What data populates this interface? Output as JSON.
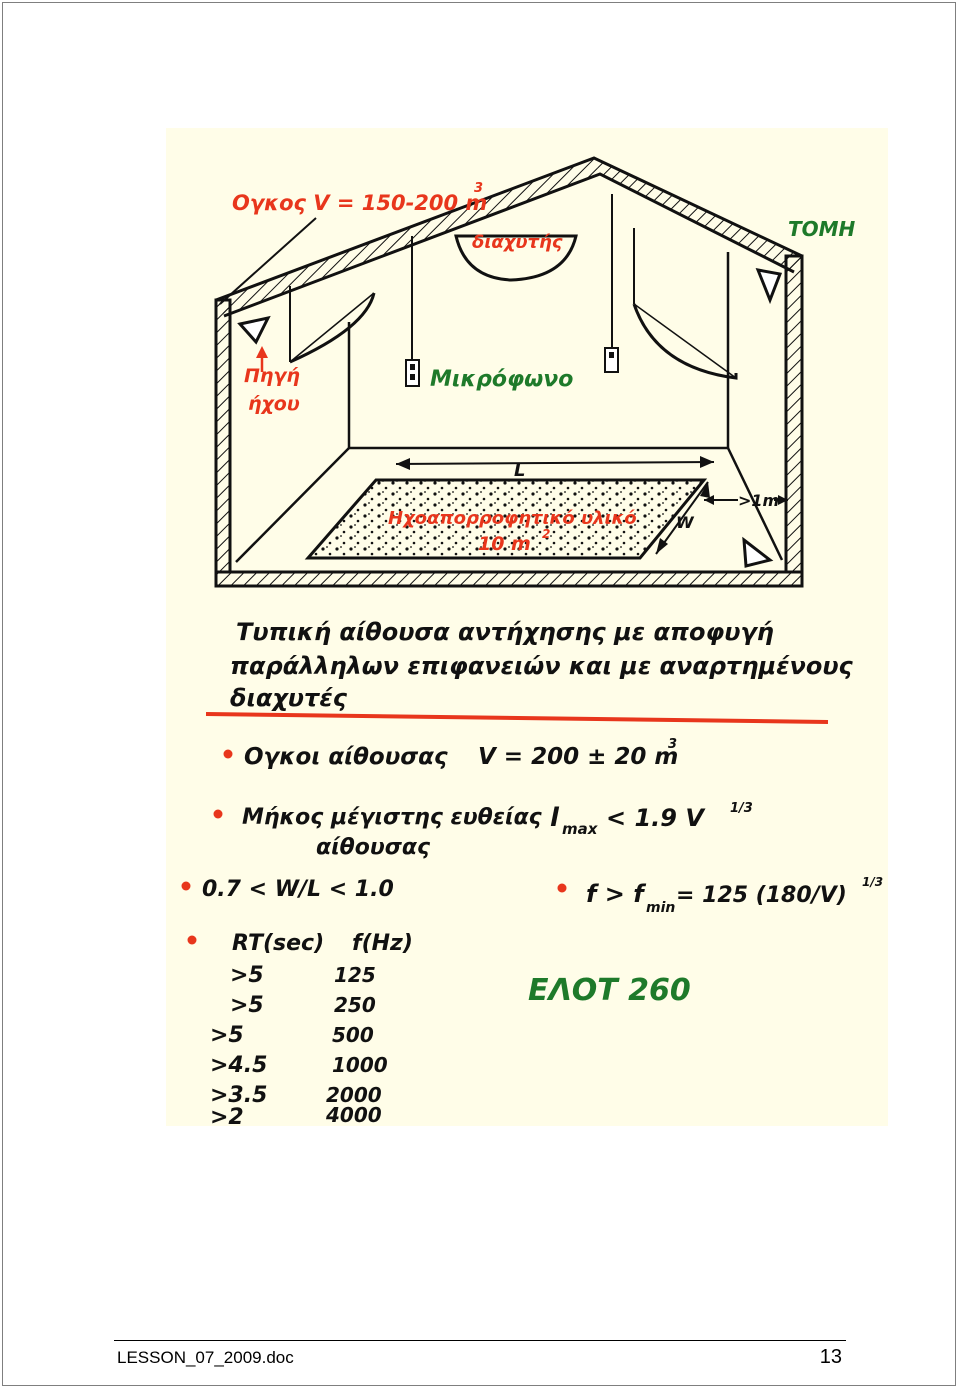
{
  "colors": {
    "paper": "#fffde8",
    "ink": "#111111",
    "red": "#e8361c",
    "green": "#1e7a2a"
  },
  "diagram": {
    "volume_label": "Oγκος  V = 150-200 m",
    "volume_exp": "3",
    "diffusers_label": "διαχυτής",
    "section_label": "TOMH",
    "source_label_1": "Πηγή",
    "source_label_2": "ήχου",
    "microphone_label": "Μικρόφωνο",
    "length_label": "L",
    "width_label": "W",
    "distance_label": ">1m",
    "absorber_label": "Ηχοαπορροφητικό υλικό",
    "absorber_area": "10 m",
    "absorber_area_exp": "2"
  },
  "caption": {
    "line1": "Τυπική αίθουσα αντήχησης με αποφυγή",
    "line2": "παράλληλων επιφανειών και με αναρτημένους",
    "line3": "διαχυτές"
  },
  "notes": {
    "volume_item": "Ογκοι αίθουσας",
    "volume_value": "V = 200 ± 20 m",
    "volume_exp": "3",
    "max_length_item_1": "Μήκος μέγιστης ευθείας",
    "max_length_item_2": "αίθουσας",
    "lmax_formula": "l",
    "lmax_sub": "max",
    "lmax_rest": " < 1.9 V",
    "lmax_exp": "1/3",
    "ratio_item": "0.7 < W/L < 1.0",
    "fmin_formula": "f > f",
    "fmin_sub": "min",
    "fmin_rest": " = 125 (180/V)",
    "fmin_exp": "1/3",
    "table_header_rt": "RT(sec)",
    "table_header_f": "f(Hz)",
    "table_rows": [
      {
        "rt": ">5",
        "f": "125"
      },
      {
        "rt": ">5",
        "f": "250"
      },
      {
        "rt": ">5",
        "f": "500"
      },
      {
        "rt": ">4.5",
        "f": "1000"
      },
      {
        "rt": ">3.5",
        "f": "2000"
      },
      {
        "rt": ">2",
        "f": "4000"
      }
    ],
    "standard": "ΕΛΟΤ 260"
  },
  "footer": {
    "filename": "LESSON_07_2009.doc",
    "page_number": "13"
  }
}
